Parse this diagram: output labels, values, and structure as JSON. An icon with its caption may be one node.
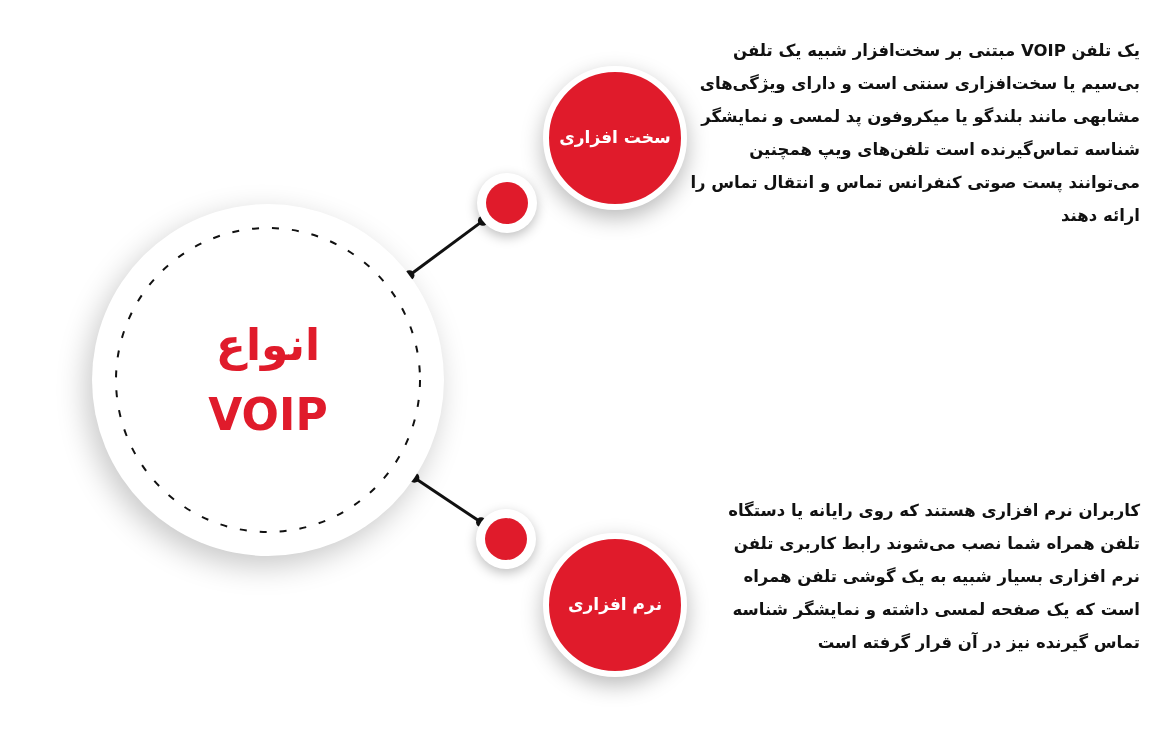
{
  "diagram": {
    "nodes": [
      {
        "text": [
          "انواع VOIP"
        ]
      },
      {
        "text": [],
        "shape": "circle"
      },
      {
        "text": [
          "سخت افزاری"
        ],
        "beside": [
          "یک تلفن VOIP مبتنی بر سخت‌افزار شبیه یک تلفن بی‌سیم یا سخت‌افزاری سنتی است و دارای ویژگی‌های مشابهی مانند بلندگو یا میکروفون پد لمسی و نمایشگر شناسه تماس‌گیرنده است تلفن‌های ویپ همچنین می‌توانند پست صوتی کنفرانس تماس و انتقال تماس را ارائه دهند"
        ]
      },
      {
        "text": [],
        "shape": "circle"
      },
      {
        "text": [
          "نرم افزاری"
        ],
        "beside": [
          "کاربران نرم افزاری هستند که روی رایانه یا دستگاه تلفن همراه شما نصب می‌شوند رابط کاربری تلفن نرم افزاری بسیار شبیه به یک گوشی تلفن همراه است که یک صفحه لمسی داشته و نمایشگر شناسه تماس گیرنده نیز در آن قرار گرفته است"
        ]
      }
    ],
    "edges": [
      {
        "from": 0,
        "to": 1,
        "arrow": "other"
      },
      {
        "from": 0,
        "to": 3,
        "arrow": "other"
      }
    ]
  }
}
